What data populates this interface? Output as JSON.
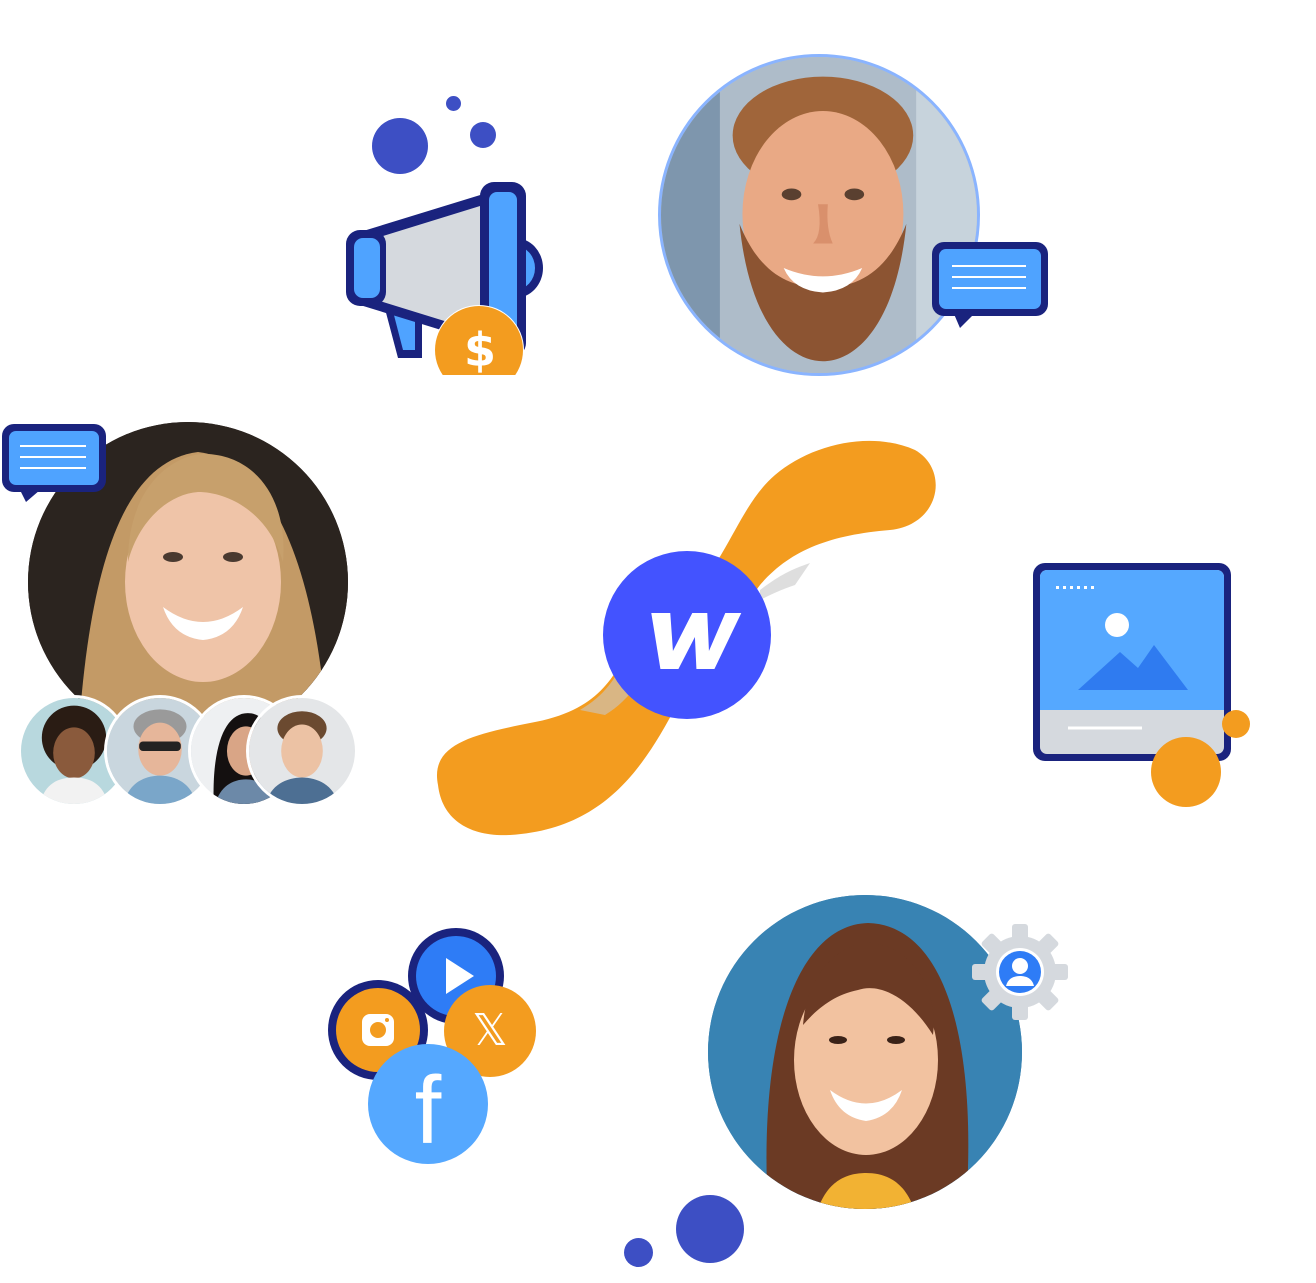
{
  "center_logo": {
    "letter": "w",
    "icon": "webflow-w-icon"
  },
  "colors": {
    "primary_blue": "#4353ff",
    "navy": "#1a237e",
    "light_blue": "#4fa3ff",
    "orange": "#f39c1f",
    "gray": "#d5d9de",
    "white": "#ffffff"
  },
  "promo": {
    "currency_symbol": "$",
    "icon": "megaphone-icon"
  },
  "social_icons": [
    "video-play-icon",
    "instagram-icon",
    "x-icon",
    "facebook-icon"
  ],
  "social_labels": {
    "x": "𝕏",
    "facebook": "f"
  },
  "people": {
    "top_right": "bearded-man-avatar",
    "left": "blonde-woman-avatar",
    "bottom_right": "smiling-woman-avatar",
    "group": [
      "curly-hair-woman-avatar",
      "gray-hair-man-avatar",
      "dark-hair-woman-avatar",
      "young-man-avatar"
    ]
  },
  "image_card": {
    "icon": "image-gallery-icon"
  },
  "settings_badge": {
    "icon": "user-settings-icon"
  }
}
